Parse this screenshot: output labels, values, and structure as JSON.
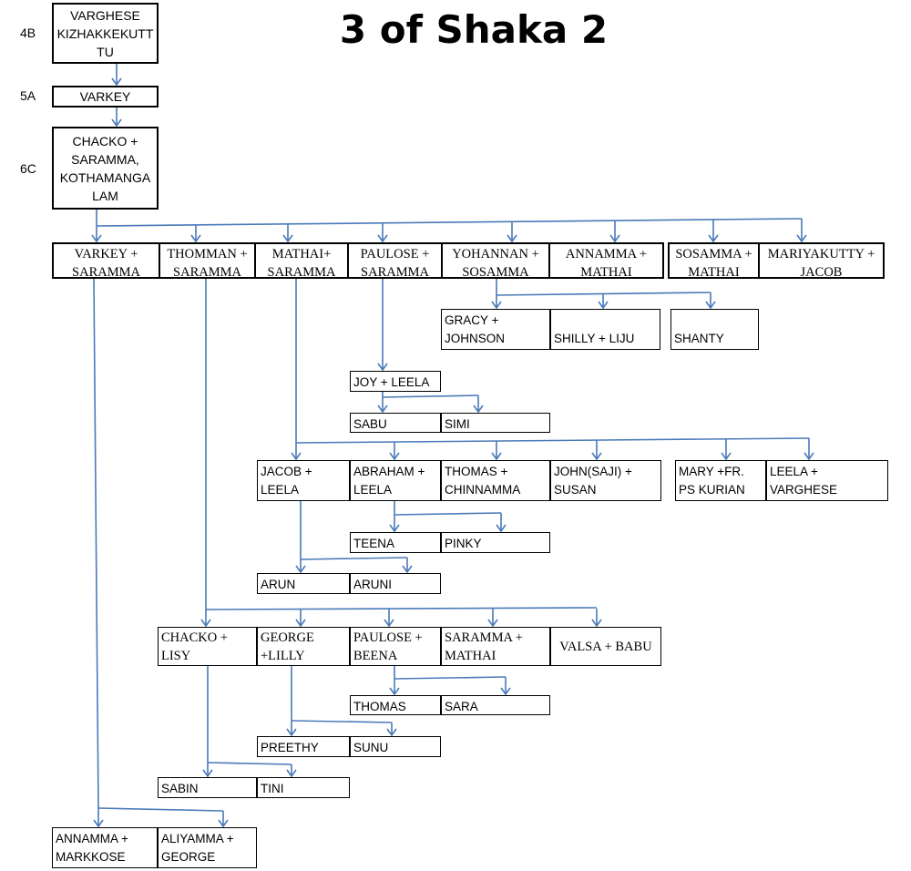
{
  "title": "3 of Shaka 2",
  "generations": {
    "g4": "4B",
    "g5": "5A",
    "g6": "6C"
  },
  "ancestors": {
    "a1": "VARGHESE\nKIZHAKKEKUTT\nTU",
    "a2": "VARKEY",
    "a3": "CHACKO +\nSARAMMA,\nKOTHAMANGA\nLAM"
  },
  "children": [
    "VARKEY +\nSARAMMA",
    "THOMMAN +\nSARAMMA",
    "MATHAI+\nSARAMMA",
    "PAULOSE +\nSARAMMA",
    "YOHANNAN +\nSOSAMMA",
    "ANNAMMA +\nMATHAI",
    "SOSAMMA +\nMATHAI",
    "MARIYAKUTTY +\nJACOB"
  ],
  "yohannan_children": [
    "GRACY +\nJOHNSON",
    "SHILLY + LIJU",
    "SHANTY"
  ],
  "paulose_children": [
    "JOY + LEELA"
  ],
  "joy_children": [
    "SABU",
    "SIMI"
  ],
  "mathai_children": [
    "JACOB +\nLEELA",
    "ABRAHAM +\nLEELA",
    "THOMAS +\nCHINNAMMA",
    "JOHN(SAJI) +\nSUSAN",
    "MARY +FR.\nPS KURIAN",
    "LEELA +\nVARGHESE"
  ],
  "abraham_children": [
    "TEENA",
    "PINKY"
  ],
  "jacob_children": [
    "ARUN",
    "ARUNI"
  ],
  "thomman_children": [
    "CHACKO +\nLISY",
    "GEORGE\n+LILLY",
    "PAULOSE +\nBEENA",
    "SARAMMA +\nMATHAI",
    "VALSA + BABU"
  ],
  "paulose2_children": [
    "THOMAS",
    "SARA"
  ],
  "george_children": [
    "PREETHY",
    "SUNU"
  ],
  "chacko_children": [
    "SABIN",
    "TINI"
  ],
  "varkey_children": [
    "ANNAMMA +\nMARKKOSE",
    "ALIYAMMA +\nGEORGE"
  ],
  "colors": {
    "connector": "#4a7ab8",
    "border": "#000000"
  }
}
